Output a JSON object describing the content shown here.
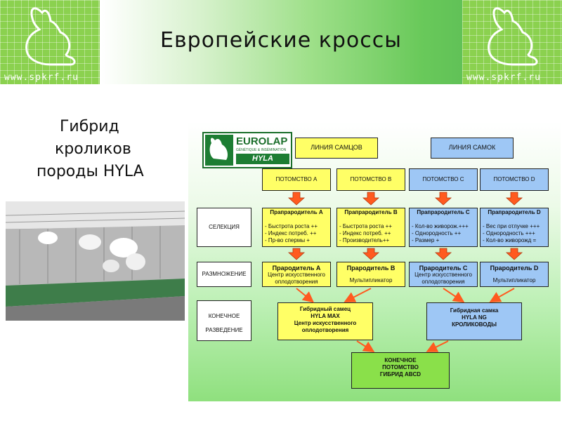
{
  "header": {
    "title": "Европейские кроссы",
    "watermark_url": "www.spkrf.ru"
  },
  "subtitle": [
    "Гибрид",
    "кроликов",
    "породы HYLA"
  ],
  "logo": {
    "brand": "EUROLAP",
    "tagline": "GÉNÉTIQUE & INSÉMINATION",
    "sub": "HYLA"
  },
  "diagram": {
    "lines": {
      "male": "ЛИНИЯ САМЦОВ",
      "female": "ЛИНИЯ САМОК"
    },
    "progeny": [
      "ПОТОМСТВО   A",
      "ПОТОМСТВО   B",
      "ПОТОМСТВО   C",
      "ПОТОМСТВО   D"
    ],
    "stages": {
      "selection": "СЕЛЕКЦИЯ",
      "breeding": "РАЗМНОЖЕНИЕ",
      "final": [
        "КОНЕЧНОЕ",
        "РАЗВЕДЕНИЕ"
      ]
    },
    "great_grandparents": [
      {
        "title": "Прапрародитель A",
        "items": [
          "- Быстрота роста  ++",
          "- Индекс потреб.  ++",
          "- Пр-во спермы    +"
        ]
      },
      {
        "title": "Прапрародитель B",
        "items": [
          "- Быстрота роста  ++",
          "- Индекс потреб.  ++",
          "- Производитель++"
        ]
      },
      {
        "title": "Прапрародитель C",
        "items": [
          "- Кол-во живорож.+++",
          "- Однородность     ++",
          "- Размер             +"
        ]
      },
      {
        "title": "Прапрародитель D",
        "items": [
          "- Вес при отлучке +++",
          "- Однородность     +++",
          "- Кол-во живорожд    ="
        ]
      }
    ],
    "grandparents": [
      {
        "title": "Прародитель A",
        "lines": [
          "Центр искусственного",
          "оплодотворения"
        ]
      },
      {
        "title": "Прародитель B",
        "lines": [
          "Мультипликатор"
        ]
      },
      {
        "title": "Прародитель C",
        "lines": [
          "Центр искусственного",
          "оплодотворения"
        ]
      },
      {
        "title": "Прародитель D",
        "lines": [
          "Мультипликатор"
        ]
      }
    ],
    "hybrid_male": [
      "Гибридный самец",
      "HYLA  MAX",
      "Центр искусственного",
      "оплодотворения"
    ],
    "hybrid_female": [
      "Гибридная самка",
      "HYLA  NG",
      "КРОЛИКОВОДЫ"
    ],
    "final": [
      "КОНЕЧНОЕ",
      "ПОТОМСТВО",
      "ГИБРИД ABCD"
    ]
  },
  "colors": {
    "male_line": "#ffff66",
    "female_line": "#9ec7f5",
    "final_box": "#8ae04a",
    "arrow": "#ff5a1f"
  },
  "icons": [
    "rabbit-icon",
    "rabbit-icon"
  ],
  "photo": "rabbits-in-cages-photo"
}
